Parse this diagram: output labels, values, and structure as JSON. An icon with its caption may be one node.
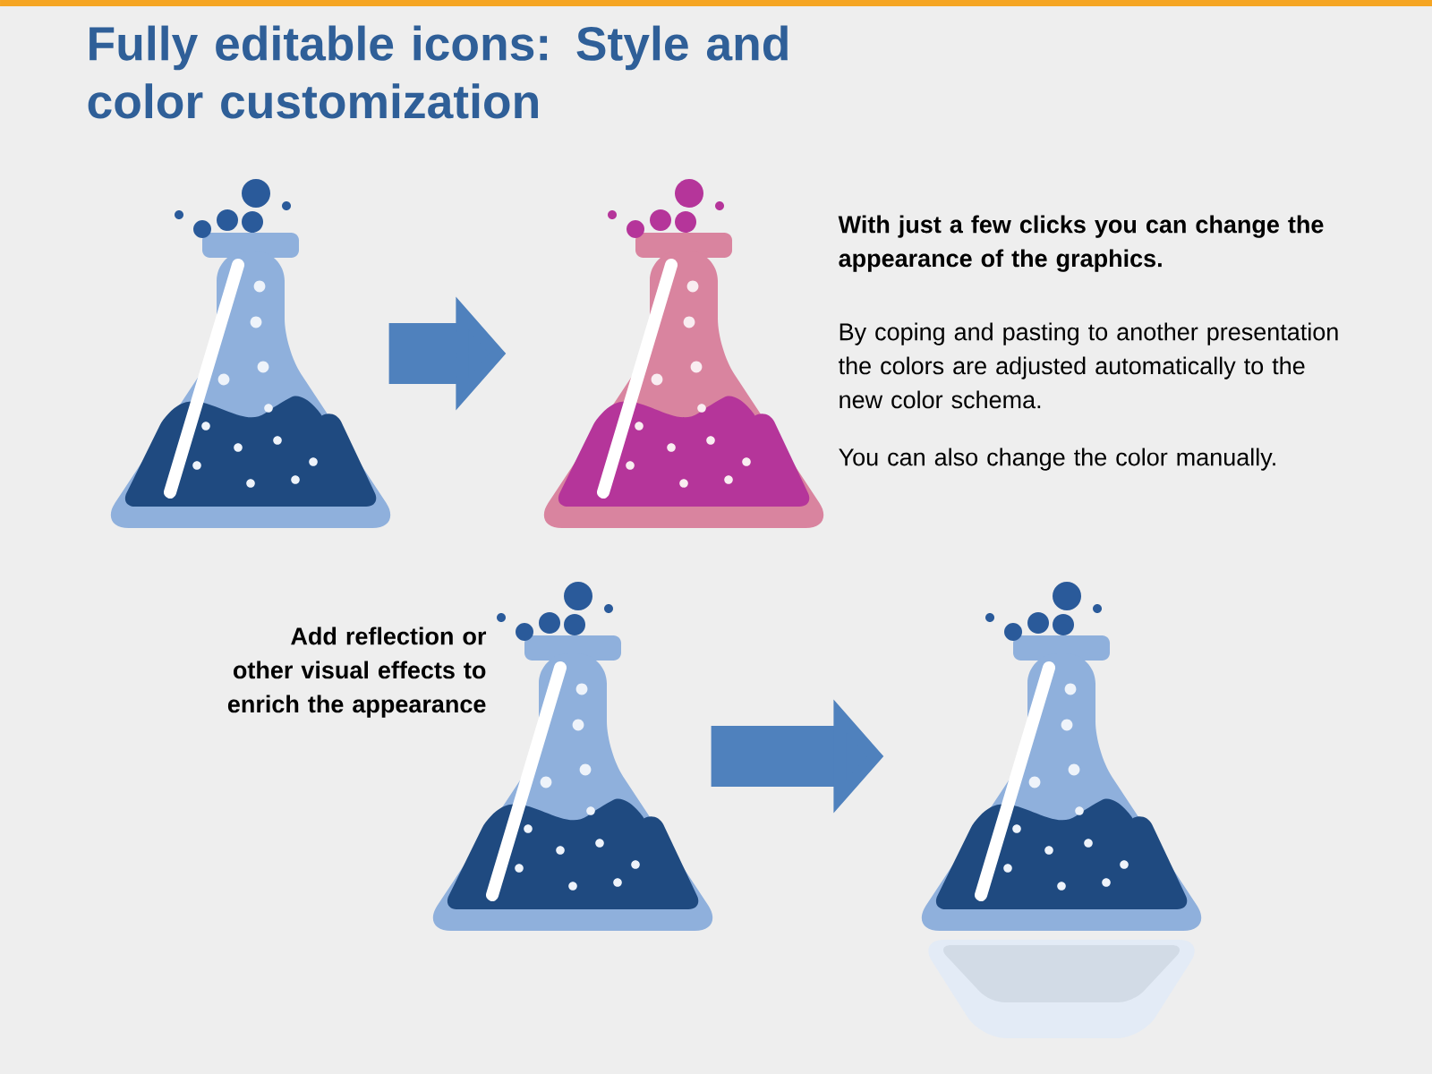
{
  "diagram": {
    "title": "Fully editable icons: Style and color customization",
    "nodes": [
      {
        "text": [],
        "shape": "picture"
      },
      {
        "text": [],
        "shape": "picture"
      },
      {
        "text": [],
        "shape": "picture"
      },
      {
        "text": [],
        "shape": "picture"
      }
    ],
    "edges": [
      {
        "from": 0,
        "to": 1,
        "arrow": "to"
      },
      {
        "from": 2,
        "to": 3,
        "arrow": "to"
      }
    ],
    "labels": [
      "With just a few clicks you can change the appearance of the graphics.",
      "By coping and pasting to another presentation the colors are adjusted automatically to the new color schema.",
      "You can also change the color manually.",
      "Add reflection or other visual effects to enrich the appearance"
    ]
  }
}
